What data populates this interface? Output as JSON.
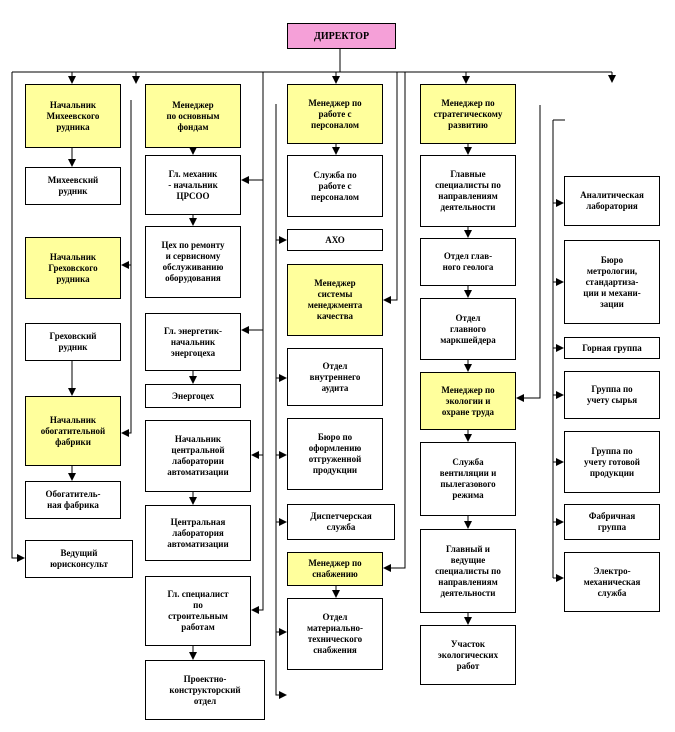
{
  "colors": {
    "manager_fill": "#ffff9c",
    "director_fill": "#f5a0d8",
    "line": "#000000",
    "box_fill": "#ffffff"
  },
  "director": "ДИРЕКТОР",
  "col1": {
    "head_mikheevsky": "Начальник\nМихеевского\nрудника",
    "mine_mikheevsky": "Михеевский\nрудник",
    "head_grekhovsky": "Начальник\nГреховского\nрудника",
    "mine_grekhovsky": "Греховский\nрудник",
    "head_factory": "Начальник\nобогатительной\nфабрики",
    "factory": "Обогатитель-\nная фабрика",
    "lawyer": "Ведущий\nюрисконсульт"
  },
  "col2": {
    "manager_assets": "Менеджер\nпо основным\nфондам",
    "chief_mechanic": "Гл. механик\n- начальник\nЦРСОО",
    "repair_shop": "Цех по ремонту\nи сервисному\nобслуживанию\nоборудования",
    "chief_power": "Гл. энергетик-\nначальник\nэнергоцеха",
    "power_shop": "Энергоцех",
    "head_lab": "Начальник\nцентральной\nлаборатории\nавтоматизации",
    "central_lab": "Центральная\nлаборатория\nавтоматизации",
    "chief_construction": "Гл. специалист\nпо\nстроительным\nработам",
    "design_dept": "Проектно-\nконструкторский\nотдел"
  },
  "col3": {
    "manager_personnel": "Менеджер по\nработе с\nперсоналом",
    "personnel_service": "Служба по\nработе с\nперсоналом",
    "aho": "АХО",
    "manager_quality": "Менеджер\nсистемы\nменеджмента\nкачества",
    "internal_audit": "Отдел\nвнутреннего\nаудита",
    "shipping_bureau": "Бюро по\nоформлению\nотгруженной\nпродукции",
    "dispatch": "Диспетчерская\nслужба",
    "manager_supply": "Менеджер по\nснабжению",
    "mts_dept": "Отдел\nматериально-\nтехнического\nснабжения"
  },
  "col4": {
    "manager_strategy": "Менеджер по\nстратегическому\nразвитию",
    "chief_specialists": "Главные\nспециалисты по\nнаправлениям\nдеятельности",
    "geologist_dept": "Отдел глав-\nного геолога",
    "surveyor_dept": "Отдел\nглавного\nмаркшейдера",
    "manager_ecology": "Менеджер по\nэкологии и\nохране труда",
    "ventilation": "Служба\nвентиляции и\nпылегазового\nрежима",
    "lead_specialists": "Главный и\nведущие\nспециалисты по\nнаправлениям\nдеятельности",
    "ecology_site": "Участок\nэкологических\nработ"
  },
  "col5": {
    "analytical_lab": "Аналитическая\nлаборатория",
    "metrology": "Бюро\nметрологии,\nстандартиза-\nции и механи-\nзации",
    "mining_group": "Горная группа",
    "raw_accounting": "Группа по\nучету сырья",
    "product_accounting": "Группа по\nучету готовой\nпродукции",
    "factory_group": "Фабричная\nгруппа",
    "electromech": "Электро-\nмеханическая\nслужба"
  }
}
